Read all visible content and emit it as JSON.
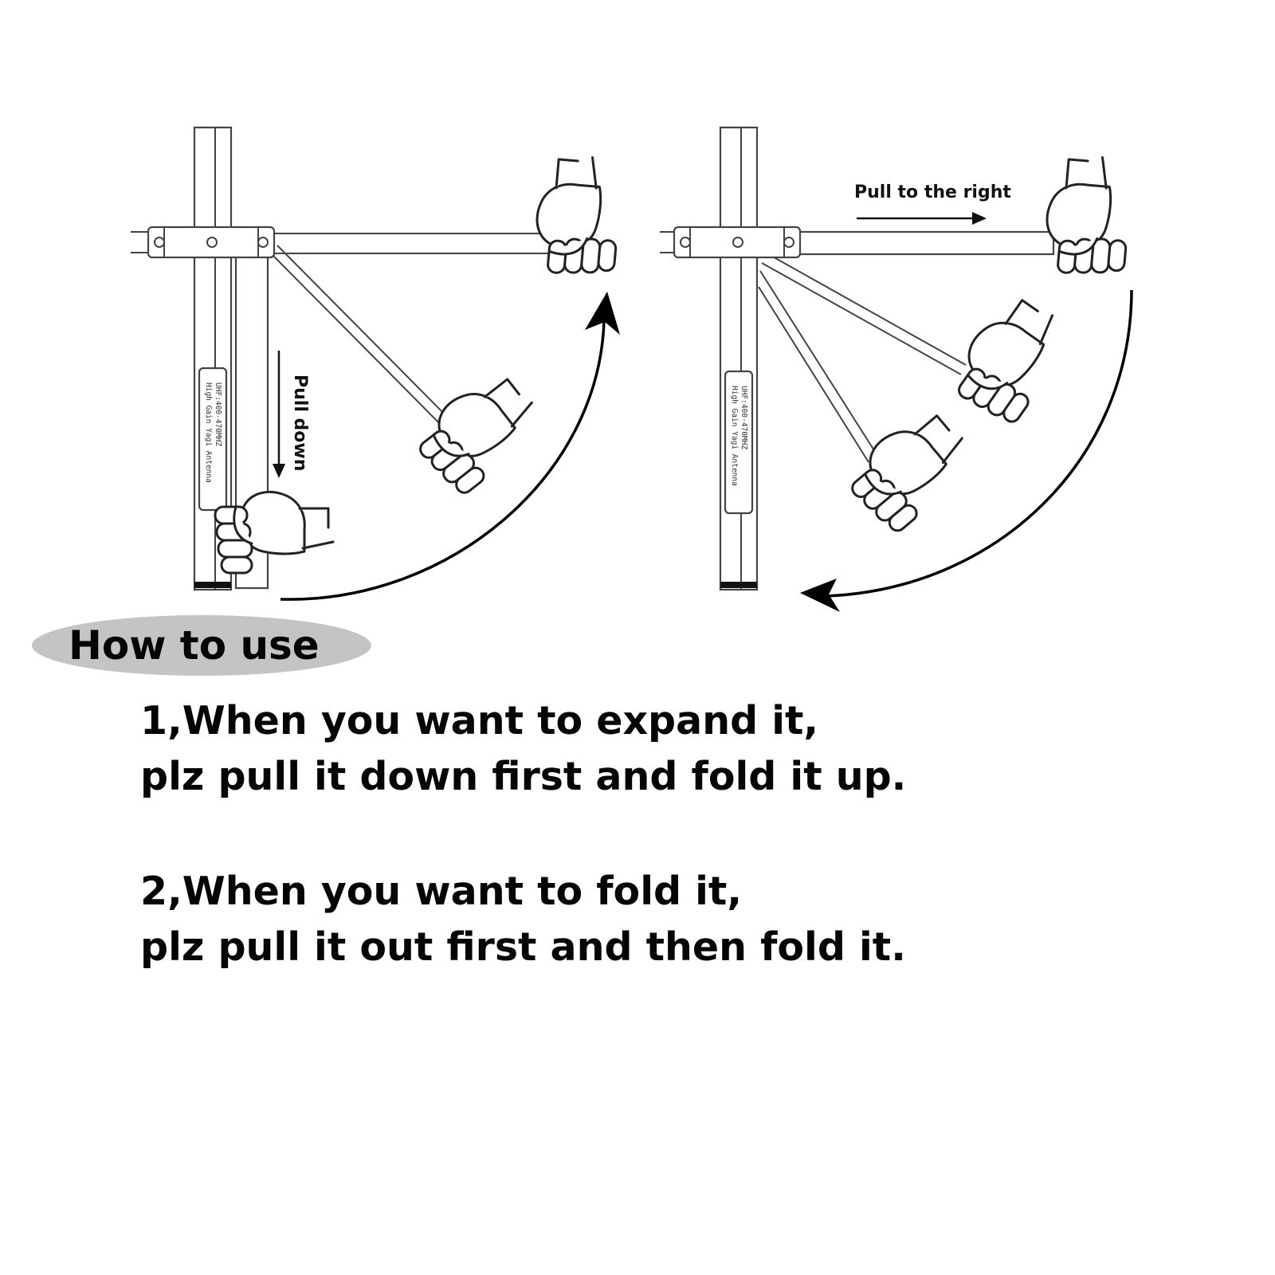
{
  "diagram": {
    "left_panel": {
      "label": "Pull down",
      "plate_line1": "UHF:400-470MHZ",
      "plate_line2": "High Gain Yagi Antenna"
    },
    "right_panel": {
      "label": "Pull to the right",
      "plate_line1": "UHF:400-470MHZ",
      "plate_line2": "High Gain Yagi Antenna"
    }
  },
  "instructions": {
    "title": "How to use",
    "steps": [
      {
        "line1": "1,When you want to expand it,",
        "line2": "plz pull it down first and fold it up."
      },
      {
        "line1": "2,When you want to fold it,",
        "line2": "plz pull it out first and then fold it."
      }
    ]
  }
}
